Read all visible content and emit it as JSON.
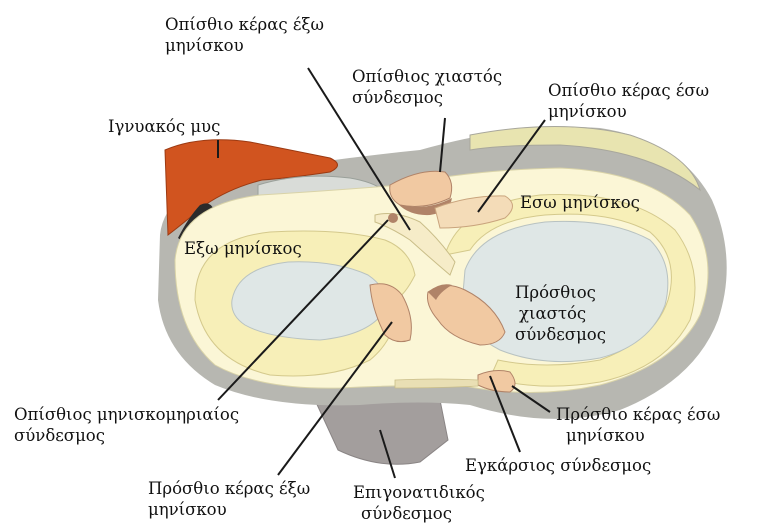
{
  "labels": {
    "lateral_posterior_horn": [
      "Οπίσθιο κέρας έξω",
      "μηνίσκου"
    ],
    "posterior_cruciate": [
      "Οπίσθιος χιαστός",
      "σύνδεσμος"
    ],
    "medial_posterior_horn": [
      "Οπίσθιο κέρας έσω",
      "μηνίσκου"
    ],
    "popliteus": "Ιγνυακός μυς",
    "medial_meniscus": "Εσω μηνίσκος",
    "lateral_meniscus": "Εξω μηνίσκος",
    "anterior_cruciate": [
      "Πρόσθιος",
      "χιαστός",
      "σύνδεσμος"
    ],
    "meniscofemoral": [
      "Οπίσθιος μηνισκομηριαίος",
      "σύνδεσμος"
    ],
    "medial_anterior_horn": [
      "Πρόσθιο κέρας έσω",
      "μηνίσκου"
    ],
    "transverse": "Εγκάρσιος σύνδεσμος",
    "lateral_anterior_horn": [
      "Πρόσθιο κέρας έξω",
      "μηνίσκου"
    ],
    "patellar": [
      "Επιγονατιδικός",
      "σύνδεσμος"
    ]
  },
  "colors": {
    "plateau_fill": "#fbf6d6",
    "meniscus_fill": "#f7efb8",
    "bone_rim": "#b7b7b1",
    "cartilage": "#dfe7e6",
    "ligament": "#f1c9a2",
    "ligament_dark": "#b08368",
    "muscle": "#d1541f",
    "tendon_dark": "#2b2b2b",
    "patellar_tendon": "#a39e9d",
    "leader_line": "#1a1a1a"
  }
}
